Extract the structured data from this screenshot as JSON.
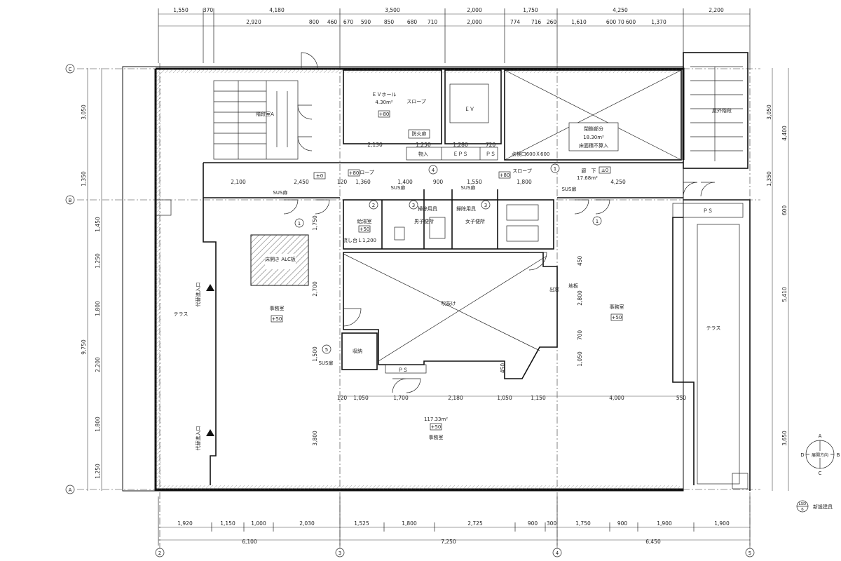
{
  "dims": {
    "top1": [
      "1,550",
      "370",
      "4,180",
      "3,500",
      "2,000",
      "1,750",
      "4,250",
      "2,200"
    ],
    "top2": [
      "2,920",
      "800",
      "460",
      "670",
      "590",
      "850",
      "680",
      "710",
      "2,000",
      "774",
      "716",
      "260",
      "1,610",
      "600",
      "70",
      "600",
      "1,370"
    ],
    "bottom1": [
      "1,920",
      "1,150",
      "1,000",
      "2,030",
      "1,525",
      "1,800",
      "2,725",
      "900",
      "300",
      "1,750",
      "900",
      "1,900",
      "1,900"
    ],
    "bottom2": [
      "6,100",
      "7,250",
      "6,450"
    ],
    "left": [
      "3,050",
      "1,350",
      "1,450",
      "1,250",
      "1,800",
      "2,200",
      "1,800",
      "1,250",
      "9,750"
    ],
    "right": [
      "3,050",
      "4,400",
      "1,350",
      "600",
      "5,410",
      "3,650"
    ],
    "inner": [
      "2,100",
      "2,450",
      "120",
      "1,360",
      "1,400",
      "900",
      "1,550",
      "1,800",
      "4,250",
      "2,130",
      "1,250",
      "1,280",
      "720",
      "120",
      "1,050",
      "1,700",
      "2,180",
      "1,050",
      "1,150",
      "4,000",
      "550",
      "2,700",
      "1,500",
      "3,800",
      "1,750",
      "450",
      "2,800",
      "700",
      "1,050",
      "450"
    ]
  },
  "axes": {
    "cols": [
      "2",
      "3",
      "4",
      "5"
    ],
    "rows": [
      "C",
      "B",
      "A"
    ]
  },
  "rooms": {
    "stair_a": "階段室A",
    "ev_hall": "ＥＶホール",
    "ev_hall_area": "4.30m²",
    "ev_hall_lv": "+80",
    "slope": "スロープ",
    "ev": "ＥＶ",
    "fire_door": "防火扉",
    "storage": "物入",
    "eps": "ＥＰＳ",
    "ps": "ＰＳ",
    "closed": "閉鎖部分",
    "closed_area": "18.30m²",
    "closed_note": "床面積不算入",
    "inspection": "点検口600Ｘ600",
    "corridor": "廊　下",
    "corridor_area": "17.68m²",
    "corridor_lv": "±0",
    "lv_80": "+80",
    "lv_0": "±0",
    "ext_stair": "屋外階段",
    "kitchen": "給湯室",
    "kitchen_lv": "+50",
    "sink": "流し台Ｌ1,200",
    "men": "男子便所",
    "women": "女子便所",
    "janitor": "掃除用具",
    "sus": "SUS扉",
    "floor_opening": "床開き\nALC板",
    "office": "事務室",
    "office_lv": "+50",
    "void": "吹抜け",
    "terrace": "テラス",
    "alt_entry": "代替進入口",
    "storage2": "収納",
    "window": "出窓",
    "ground": "地板",
    "total_area": "117.33m²",
    "total_lv": "+50"
  },
  "legend": {
    "mark_top": "LSD",
    "mark_bottom": "6",
    "label": "新設建具"
  },
  "compass": {
    "a": "A",
    "b": "B",
    "c": "C",
    "d": "D",
    "label": "展開方向"
  },
  "door_marks": [
    "1",
    "2",
    "3",
    "4",
    "5"
  ]
}
